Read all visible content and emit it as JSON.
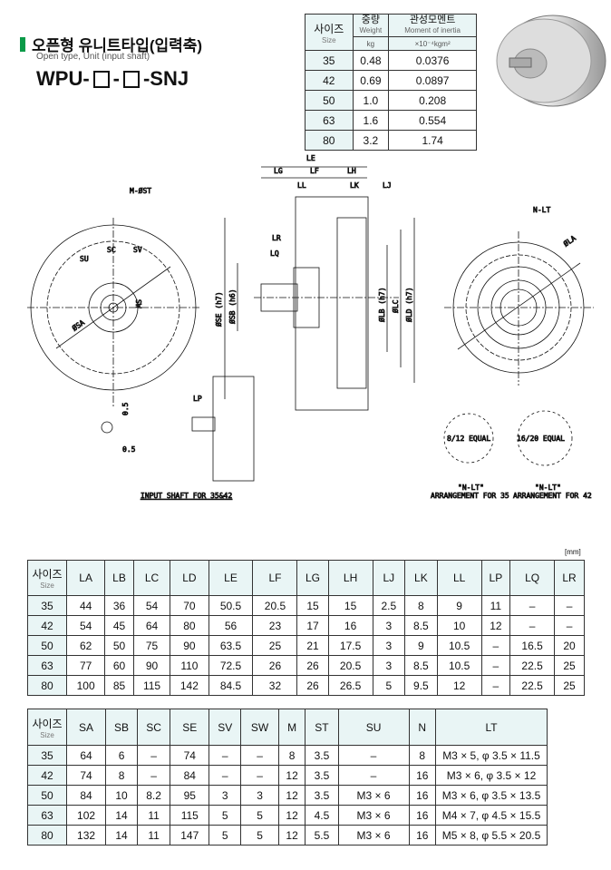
{
  "header": {
    "title": "오픈형 유니트타입(입력축)",
    "subtitle": "Open type, Unit (input shaft)",
    "model_prefix": "WPU-",
    "model_sep": "-",
    "model_suffix": "-SNJ"
  },
  "spec_table": {
    "size_ko": "사이즈",
    "size_en": "Size",
    "weight_ko": "중량",
    "weight_en": "Weight",
    "weight_unit": "kg",
    "inertia_ko": "관성모멘트",
    "inertia_en": "Moment of inertia",
    "inertia_unit": "×10⁻⁴kgm²",
    "rows": [
      [
        "35",
        "0.48",
        "0.0376"
      ],
      [
        "42",
        "0.69",
        "0.0897"
      ],
      [
        "50",
        "1.0",
        "0.208"
      ],
      [
        "63",
        "1.6",
        "0.554"
      ],
      [
        "80",
        "3.2",
        "1.74"
      ]
    ]
  },
  "drawing": {
    "labels": {
      "mst": "M-ØST",
      "su": "SU",
      "sc": "SC",
      "sv": "SV",
      "sw": "SW",
      "sa": "ØSA",
      "le": "LE",
      "lg": "LG",
      "lf": "LF",
      "lh": "LH",
      "ll": "LL",
      "lk": "LK",
      "lj": "LJ",
      "lr": "LR",
      "lq": "LQ",
      "se": "ØSE (h7)",
      "sb": "ØSB (h6)",
      "lb": "ØLB (h7)",
      "lc": "ØLC",
      "ld": "ØLD (h7)",
      "nlt": "N-LT",
      "la": "ØLA",
      "d05a": "0.5",
      "d05b": "0.5",
      "lp": "LP",
      "input_shaft": "INPUT SHAFT FOR 35&42",
      "eq35": "8/12 EQUAL",
      "eq42": "16/20 EQUAL",
      "arr_q": "\"N-LT\"",
      "arr35": "ARRANGEMENT FOR 35",
      "arr42": "ARRANGEMENT FOR 42"
    }
  },
  "unit": "[mm]",
  "table1": {
    "size_ko": "사이즈",
    "size_en": "Size",
    "headers": [
      "LA",
      "LB",
      "LC",
      "LD",
      "LE",
      "LF",
      "LG",
      "LH",
      "LJ",
      "LK",
      "LL",
      "LP",
      "LQ",
      "LR"
    ],
    "rows": [
      [
        "35",
        "44",
        "36",
        "54",
        "70",
        "50.5",
        "20.5",
        "15",
        "15",
        "2.5",
        "8",
        "9",
        "11",
        "–",
        "–"
      ],
      [
        "42",
        "54",
        "45",
        "64",
        "80",
        "56",
        "23",
        "17",
        "16",
        "3",
        "8.5",
        "10",
        "12",
        "–",
        "–"
      ],
      [
        "50",
        "62",
        "50",
        "75",
        "90",
        "63.5",
        "25",
        "21",
        "17.5",
        "3",
        "9",
        "10.5",
        "–",
        "16.5",
        "20"
      ],
      [
        "63",
        "77",
        "60",
        "90",
        "110",
        "72.5",
        "26",
        "26",
        "20.5",
        "3",
        "8.5",
        "10.5",
        "–",
        "22.5",
        "25"
      ],
      [
        "80",
        "100",
        "85",
        "115",
        "142",
        "84.5",
        "32",
        "26",
        "26.5",
        "5",
        "9.5",
        "12",
        "–",
        "22.5",
        "25"
      ]
    ]
  },
  "table2": {
    "size_ko": "사이즈",
    "size_en": "Size",
    "headers": [
      "SA",
      "SB",
      "SC",
      "SE",
      "SV",
      "SW",
      "M",
      "ST",
      "SU",
      "N",
      "LT"
    ],
    "rows": [
      [
        "35",
        "64",
        "6",
        "–",
        "74",
        "–",
        "–",
        "8",
        "3.5",
        "–",
        "8",
        "M3 × 5, φ 3.5 × 11.5"
      ],
      [
        "42",
        "74",
        "8",
        "–",
        "84",
        "–",
        "–",
        "12",
        "3.5",
        "–",
        "16",
        "M3 × 6, φ 3.5 × 12"
      ],
      [
        "50",
        "84",
        "10",
        "8.2",
        "95",
        "3",
        "3",
        "12",
        "3.5",
        "M3 × 6",
        "16",
        "M3 × 6, φ 3.5 × 13.5"
      ],
      [
        "63",
        "102",
        "14",
        "11",
        "115",
        "5",
        "5",
        "12",
        "4.5",
        "M3 × 6",
        "16",
        "M4 × 7, φ 4.5 × 15.5"
      ],
      [
        "80",
        "132",
        "14",
        "11",
        "147",
        "5",
        "5",
        "12",
        "5.5",
        "M3 × 6",
        "16",
        "M5 × 8, φ 5.5 × 20.5"
      ]
    ]
  }
}
